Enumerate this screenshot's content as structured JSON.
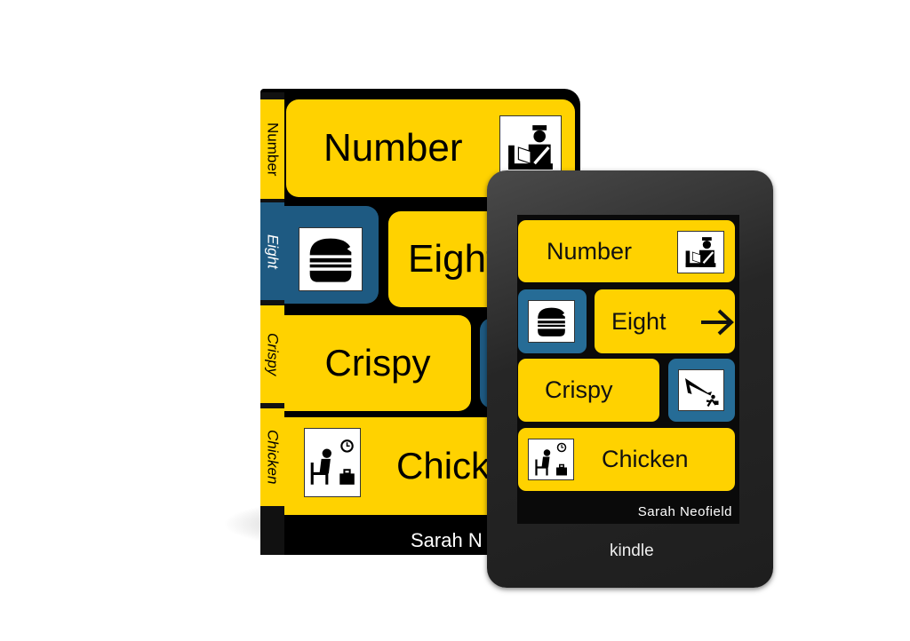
{
  "book": {
    "spine": [
      "Number",
      "Eight",
      "Crispy",
      "Chicken"
    ],
    "tiles": [
      "Number",
      "Eight",
      "Crispy",
      "Chicken"
    ],
    "author_visible": "Sarah N"
  },
  "kindle": {
    "brand": "kindle",
    "tiles": [
      "Number",
      "Eight",
      "Crispy",
      "Chicken"
    ],
    "author": "Sarah Neofield"
  },
  "colors": {
    "yellow": "#ffd200",
    "blue": "#1e5a82",
    "device": "#2b2b2b"
  },
  "icons": [
    "passport-control-icon",
    "burger-icon",
    "arrow-right-icon",
    "departure-icon",
    "waiting-room-icon"
  ]
}
